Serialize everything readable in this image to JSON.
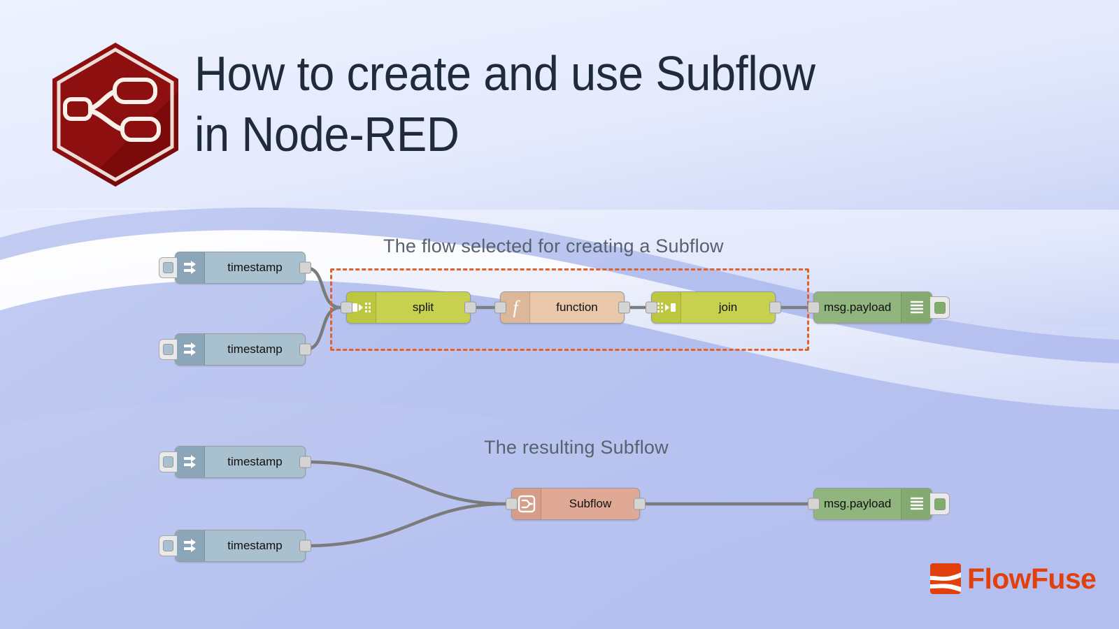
{
  "header": {
    "title": "How to create and use Subflow\nin Node-RED",
    "logo_icon": "node-red-hexagon-icon"
  },
  "captions": {
    "top": "The flow selected for creating a Subflow",
    "bottom": "The resulting Subflow"
  },
  "colors": {
    "title": "#1f2b3a",
    "caption": "#58626e",
    "brand_red": "#8e0f0f",
    "flowfuse_orange": "#e1400d",
    "selection_dash": "#e2602a",
    "bg_lavender": "#b9c4f0",
    "bg_light": "#eef1fd",
    "node_inject": "#a9c0cf",
    "node_split": "#c8d14f",
    "node_function": "#e8c7ab",
    "node_debug": "#91b57f",
    "node_subflow": "#dfa995",
    "wire": "#7b7b7b"
  },
  "flow_top": {
    "selection_label": "selection-rectangle",
    "nodes": [
      {
        "id": "inject-1",
        "label": "timestamp",
        "type": "inject",
        "icon": "arrow-right-icon",
        "has_button": true
      },
      {
        "id": "inject-2",
        "label": "timestamp",
        "type": "inject",
        "icon": "arrow-right-icon",
        "has_button": true
      },
      {
        "id": "split-1",
        "label": "split",
        "type": "split",
        "icon": "split-icon"
      },
      {
        "id": "function-1",
        "label": "function",
        "type": "function",
        "icon": "function-f-icon"
      },
      {
        "id": "join-1",
        "label": "join",
        "type": "join",
        "icon": "join-icon"
      },
      {
        "id": "debug-1",
        "label": "msg.payload",
        "type": "debug",
        "icon": "debug-lines-icon",
        "has_button": true
      }
    ]
  },
  "flow_bottom": {
    "nodes": [
      {
        "id": "inject-3",
        "label": "timestamp",
        "type": "inject",
        "icon": "arrow-right-icon",
        "has_button": true
      },
      {
        "id": "inject-4",
        "label": "timestamp",
        "type": "inject",
        "icon": "arrow-right-icon",
        "has_button": true
      },
      {
        "id": "subflow-1",
        "label": "Subflow",
        "type": "subflow",
        "icon": "subflow-icon"
      },
      {
        "id": "debug-2",
        "label": "msg.payload",
        "type": "debug",
        "icon": "debug-lines-icon",
        "has_button": true
      }
    ]
  },
  "footer": {
    "brand": "FlowFuse",
    "mark_icon": "flowfuse-mark-icon"
  }
}
